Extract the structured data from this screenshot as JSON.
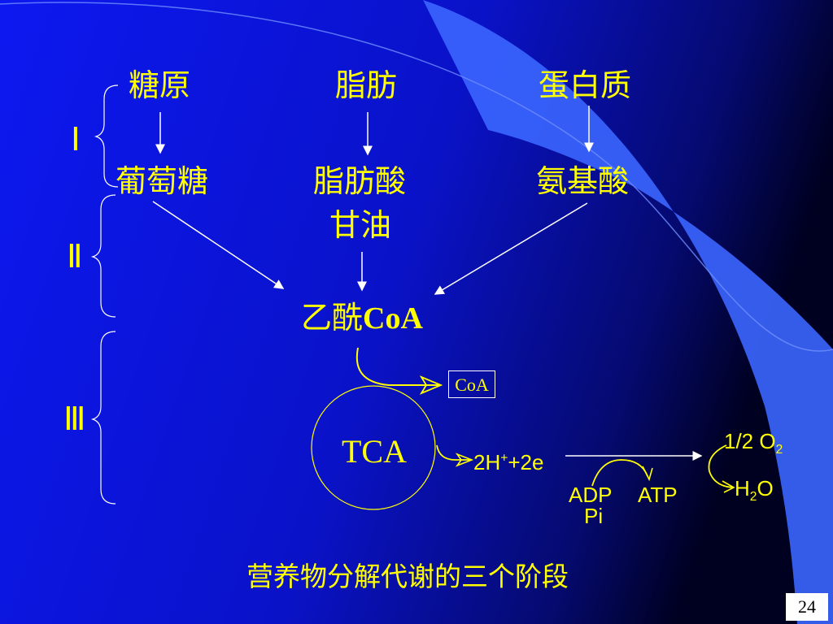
{
  "stage_labels": {
    "one": "Ⅰ",
    "two": "Ⅱ",
    "three": "Ⅲ"
  },
  "nodes": {
    "glycogen": "糖原",
    "fat": "脂肪",
    "protein": "蛋白质",
    "glucose": "葡萄糖",
    "fatty_acid": "脂肪酸",
    "glycerol": "甘油",
    "amino_acid": "氨基酸",
    "acetyl_prefix": "乙酰",
    "acetyl_suffix": "CoA",
    "coa_released": "CoA",
    "tca": "TCA",
    "h_prefix": "2H",
    "h_sup": "+",
    "h_suffix": "+2e",
    "half": "1/2",
    "o": "O",
    "o_sub": "2",
    "water_h": "H",
    "water_sub": "2",
    "water_o": "O",
    "adp": "ADP",
    "pi": "Pi",
    "atp": "ATP"
  },
  "caption": "营养物分解代谢的三个阶段",
  "page_number": "24",
  "colors": {
    "background_blue": "#0A14E6",
    "background_dark": "#000033",
    "swoosh_blue": "#3E6BFF",
    "text_yellow": "#FFFF00",
    "line_white": "#FFFFFF"
  }
}
